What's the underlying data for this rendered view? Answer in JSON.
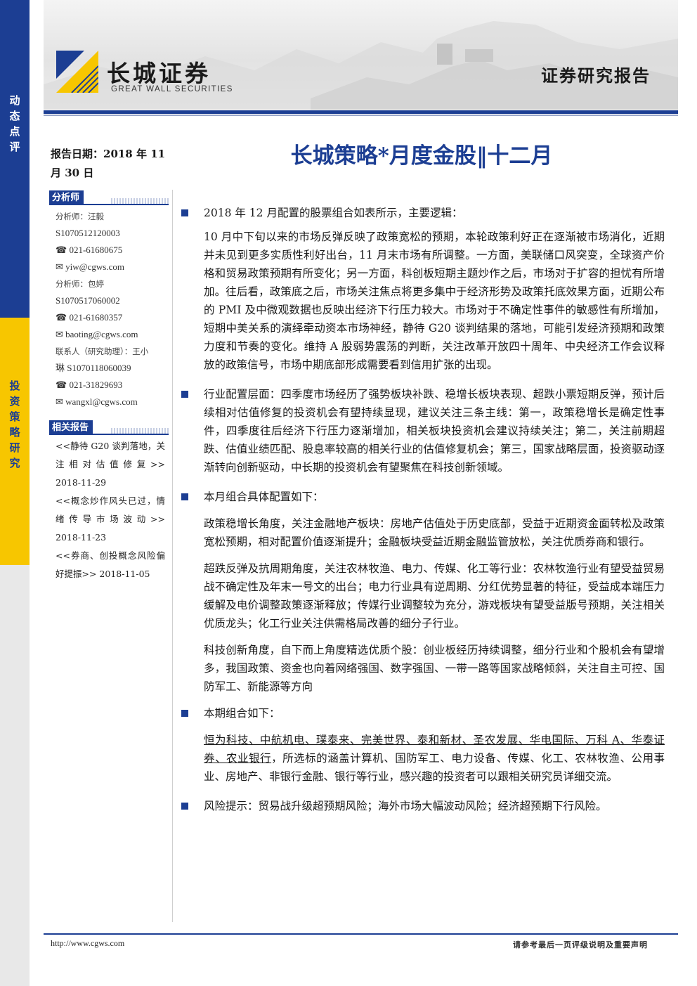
{
  "sidebar": {
    "top_label": [
      "动",
      "态",
      "点",
      "评"
    ],
    "bottom_label": [
      "投",
      "资",
      "策",
      "略",
      "研",
      "究"
    ]
  },
  "header": {
    "logo_cn": "长城证券",
    "logo_en": "GREAT WALL SECURITIES",
    "report_type": "证券研究报告"
  },
  "title": "长城策略*月度金股‖十二月",
  "report_date": [
    "报告日期：2018 年 11",
    "月 30 日"
  ],
  "analysts_section": {
    "heading": "分析师",
    "lines": [
      "分析师：汪毅",
      "S1070512120003",
      "☎ 021-61680675",
      "✉ yiw@cgws.com",
      "分析师：包婷",
      "S1070517060002",
      "☎ 021-61680357",
      "✉ baoting@cgws.com",
      "联系人（研究助理）：王小",
      "琳 S1070118060039",
      "☎ 021-31829693",
      "✉ wangxl@cgws.com"
    ]
  },
  "related_section": {
    "heading": "相关报告",
    "items": [
      {
        "lines": [
          "<<静待 G20 谈判落地，关",
          "注相对估值修复>>"
        ],
        "date": "2018-11-29"
      },
      {
        "lines": [
          "<<概念炒作风头已过，情",
          "绪传导市场波动>>"
        ],
        "date": "2018-11-23"
      },
      {
        "lines": [
          "<<券商、创投概念风险偏"
        ],
        "last_line": "好提振>> 2018-11-05"
      }
    ]
  },
  "body": {
    "b1": "2018 年 12 月配置的股票组合如表所示，主要逻辑：",
    "p1": "10 月中下旬以来的市场反弹反映了政策宽松的预期，本轮政策利好正在逐渐被市场消化，近期并未见到更多实质性利好出台，11 月末市场有所调整。一方面，美联储口风突变，全球资产价格和贸易政策预期有所变化；另一方面，科创板短期主题炒作之后，市场对于扩容的担忧有所增加。往后看，政策底之后，市场关注焦点将更多集中于经济形势及政策托底效果方面，近期公布的 PMI 及中微观数据也反映出经济下行压力较大。市场对于不确定性事件的敏感性有所增加，短期中美关系的演绎牵动资本市场神经，静待 G20 谈判结果的落地，可能引发经济预期和政策力度和节奏的变化。维持 A 股弱势震荡的判断，关注改革开放四十周年、中央经济工作会议释放的政策信号，市场中期底部形成需要看到信用扩张的出现。",
    "b2": "行业配置层面：四季度市场经历了强势板块补跌、稳增长板块表现、超跌小票短期反弹，预计后续相对估值修复的投资机会有望持续显现，建议关注三条主线：第一，政策稳增长是确定性事件，四季度往后经济下行压力逐渐增加，相关板块投资机会建议持续关注；第二，关注前期超跌、估值业绩匹配、股息率较高的相关行业的估值修复机会；第三，国家战略层面，投资驱动逐渐转向创新驱动，中长期的投资机会有望聚焦在科技创新领域。",
    "b3": "本月组合具体配置如下：",
    "p3a": "政策稳增长角度，关注金融地产板块：房地产估值处于历史底部，受益于近期资金面转松及政策宽松预期，相对配置价值逐渐提升；金融板块受益近期金融监管放松，关注优质券商和银行。",
    "p3b": "超跌反弹及抗周期角度，关注农林牧渔、电力、传媒、化工等行业：农林牧渔行业有望受益贸易战不确定性及年末一号文的出台；电力行业具有逆周期、分红优势显著的特征，受益成本端压力缓解及电价调整政策逐渐释放；传媒行业调整较为充分，游戏板块有望受益版号预期，关注相关优质龙头；化工行业关注供需格局改善的细分子行业。",
    "p3c": "科技创新角度，自下而上角度精选优质个股：创业板经历持续调整，细分行业和个股机会有望增多，我国政策、资金也向着网络强国、数字强国、一带一路等国家战略倾斜，关注自主可控、国防军工、新能源等方向",
    "b4": "本期组合如下：",
    "p4_stocks": "恒为科技、中航机电、璞泰来、完美世界、泰和新材、圣农发展、华电国际、万科 A、华泰证券、农业银行",
    "p4_rest": "，所选标的涵盖计算机、国防军工、电力设备、传媒、化工、农林牧渔、公用事业、房地产、非银行金融、银行等行业，感兴趣的投资者可以跟相关研究员详细交流。",
    "b5": "风险提示：贸易战升级超预期风险；海外市场大幅波动风险；经济超预期下行风险。"
  },
  "footer": {
    "url": "http://www.cgws.com",
    "disclaimer": "请参考最后一页评级说明及重要声明"
  },
  "colors": {
    "brand_blue": "#1c3e93",
    "brand_yellow": "#f7c600"
  }
}
